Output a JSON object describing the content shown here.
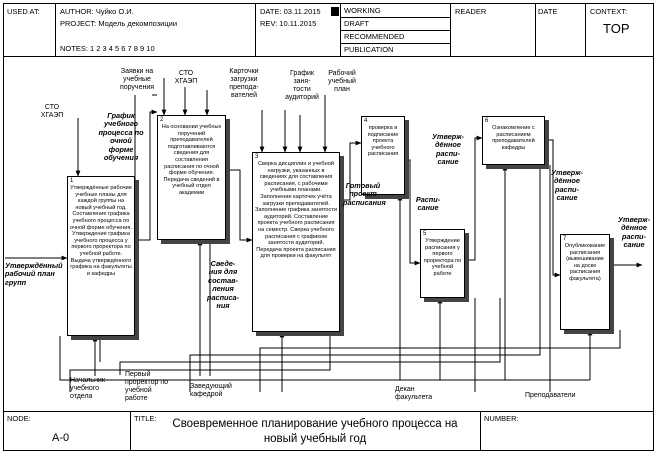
{
  "header": {
    "used_at": "USED AT:",
    "author": "AUTHOR: Чуйко О.И.",
    "project": "PROJECT: Модель декомпозиции",
    "notes": "NOTES: 1 2 3 4 5 6 7 8 9 10",
    "date": "DATE: 03.11.2015",
    "rev": "REV: 10.11.2015",
    "working": "WORKING",
    "draft": "DRAFT",
    "recommended": "RECOMMENDED",
    "publication": "PUBLICATION",
    "reader": "READER",
    "date2": "DATE",
    "context": "CONTEXT:",
    "top": "TOP"
  },
  "boxes": [
    {
      "num": "1",
      "text": "Утверждённые рабочие учебные планы для каждой группы на новый учебный год. Составление графика учебного процесса по очной форме обучения. Утверждение графика учебного процесса у первого проректора по учебной работе. Выдача утверждённого графика на факультеты и кафедры"
    },
    {
      "num": "2",
      "text": "На основании учебных поручений преподавателей подготавливаются сведения для составления расписания по очной форме обучения. Передача сведений в учебный отдел академии"
    },
    {
      "num": "3",
      "text": "Сверка дисциплин и учебной нагрузки, указанных в сведениях для составления расписания, с рабочими учебными планами. Заполнение карточек учёта загрузки преподавателей. Заполнение графика занятости аудиторий. Составление проекта учебного расписания на семестр. Сверка учебного расписания с графиком занятости аудиторий. Передача проекта расписания для проверки на факультет"
    },
    {
      "num": "4",
      "text": "проверка и подписание проекта учебного расписания"
    },
    {
      "num": "5",
      "text": "Утверждение расписания у первого проректора по учебной работе"
    },
    {
      "num": "6",
      "text": "Ознакомление с расписанием преподавателей кафедры"
    },
    {
      "num": "7",
      "text": "Опубликование расписания (вывешивание на доске расписания факультета)"
    }
  ],
  "arrows": {
    "in_plan": "Утверждённый рабочий план групп",
    "grafik": "График учебного процесса по очной форме обучения",
    "svedenia": "Сведе- ния для состав- ления расписа- ния",
    "gotovy": "Готовый проект расписания",
    "raspisanie": "Распи- сание",
    "utv1": "Утверж- дённое распи- сание",
    "utv2": "Утверж- дённое распи- сание",
    "utv_out": "Утверж- дённое распи- сание",
    "cto1": "СТО ХГАЭП",
    "cto2": "СТО ХГАЭП",
    "zayavki": "Заявки на учебные поручения",
    "kartochki": "Карточки загрузки препода- вателей",
    "grafik_zan": "График заня- тости аудиторий",
    "rab_plan": "Рабочий учебный план",
    "nach": "Начальник учебного отдела",
    "prorektor": "Первый проректор по учебной работе",
    "zaved": "Заведующий кафедрой",
    "dekan": "Декан факультета",
    "prepod": "Преподаватели"
  },
  "footer": {
    "node_label": "NODE:",
    "node": "А-0",
    "title_label": "TITLE:",
    "title": "Своевременное планирование учебного процесса на новый учебный год",
    "number_label": "NUMBER:"
  }
}
